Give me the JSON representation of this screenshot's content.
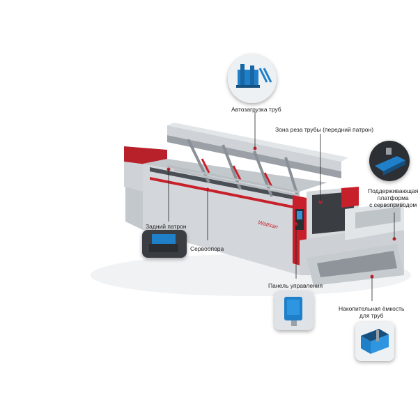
{
  "callouts": {
    "autoload": "Автозагрузка труб",
    "cut_zone": "Зона реза трубы (передний патрон)",
    "support_platform": "Поддерживающая\nплатформа\nс сервоприводом",
    "rear_chuck": "Задний патрон",
    "servo_support": "Сервоопора",
    "control_panel": "Панель управления",
    "storage_bin": "Накопительная ёмкость\nдля труб"
  },
  "brand": {
    "logo_text": "Wattsan"
  },
  "colors": {
    "accent_red": "#c8202a",
    "thumb_blue": "#1f7fc9",
    "machine_body": "#d9dde1",
    "machine_dark": "#4a4f55"
  },
  "icons": [
    "autoloader-icon",
    "support-platform-icon",
    "rear-chuck-icon",
    "control-panel-icon",
    "storage-bin-icon"
  ]
}
